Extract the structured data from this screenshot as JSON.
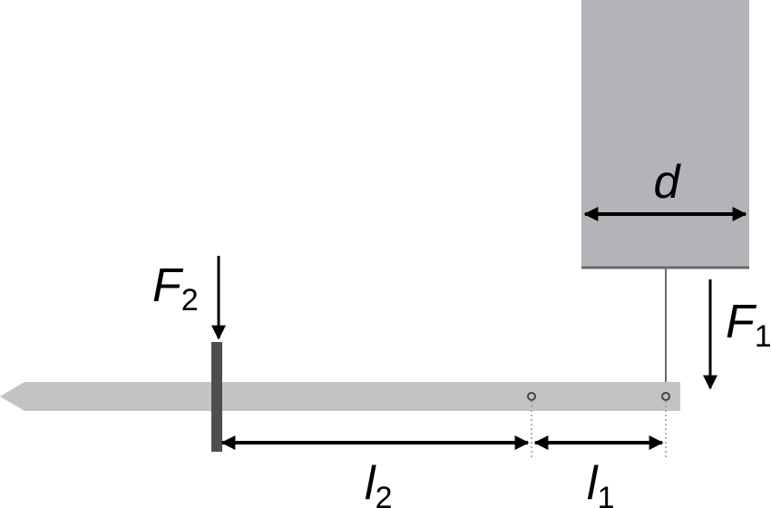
{
  "labels": {
    "d": "d",
    "F1": "F",
    "F1_sub": "1",
    "F2": "F",
    "F2_sub": "2",
    "l1": "l",
    "l1_sub": "1",
    "l2": "l",
    "l2_sub": "2"
  },
  "colors": {
    "rod": "#c3c3c3",
    "block": "#b4b3b7",
    "block_edge": "#6a6a6a",
    "clamp": "#4e4e4e",
    "line": "#000000",
    "pivot": "#444444",
    "dotted": "#9a9a9a"
  }
}
